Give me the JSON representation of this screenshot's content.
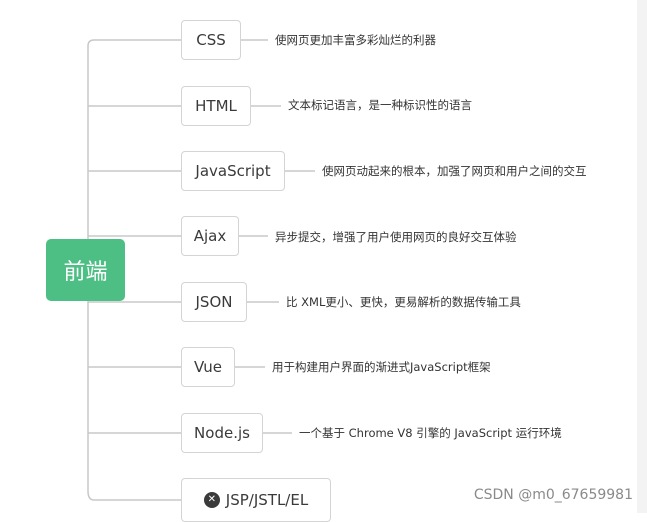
{
  "root": {
    "label": "前端"
  },
  "nodes": [
    {
      "label": "CSS",
      "desc": "使网页更加丰富多彩灿烂的利器"
    },
    {
      "label": "HTML",
      "desc": "文本标记语言，是一种标识性的语言"
    },
    {
      "label": "JavaScript",
      "desc": "使网页动起来的根本，加强了网页和用户之间的交互"
    },
    {
      "label": "Ajax",
      "desc": "异步提交，增强了用户使用网页的良好交互体验"
    },
    {
      "label": "JSON",
      "desc": "比 XML更小、更快，更易解析的数据传输工具"
    },
    {
      "label": "Vue",
      "desc": "用于构建用户界面的渐进式JavaScript框架"
    },
    {
      "label": "Node.js",
      "desc": "一个基于 Chrome V8 引擎的 JavaScript 运行环境"
    },
    {
      "label": "JSP/JSTL/EL",
      "desc": ""
    }
  ],
  "last_node_icon": "close-circle-icon",
  "watermark": "CSDN @m0_67659981",
  "colors": {
    "root": "#4ebf84",
    "line": "#c8c8c8",
    "node_border": "#d4d4d4"
  }
}
